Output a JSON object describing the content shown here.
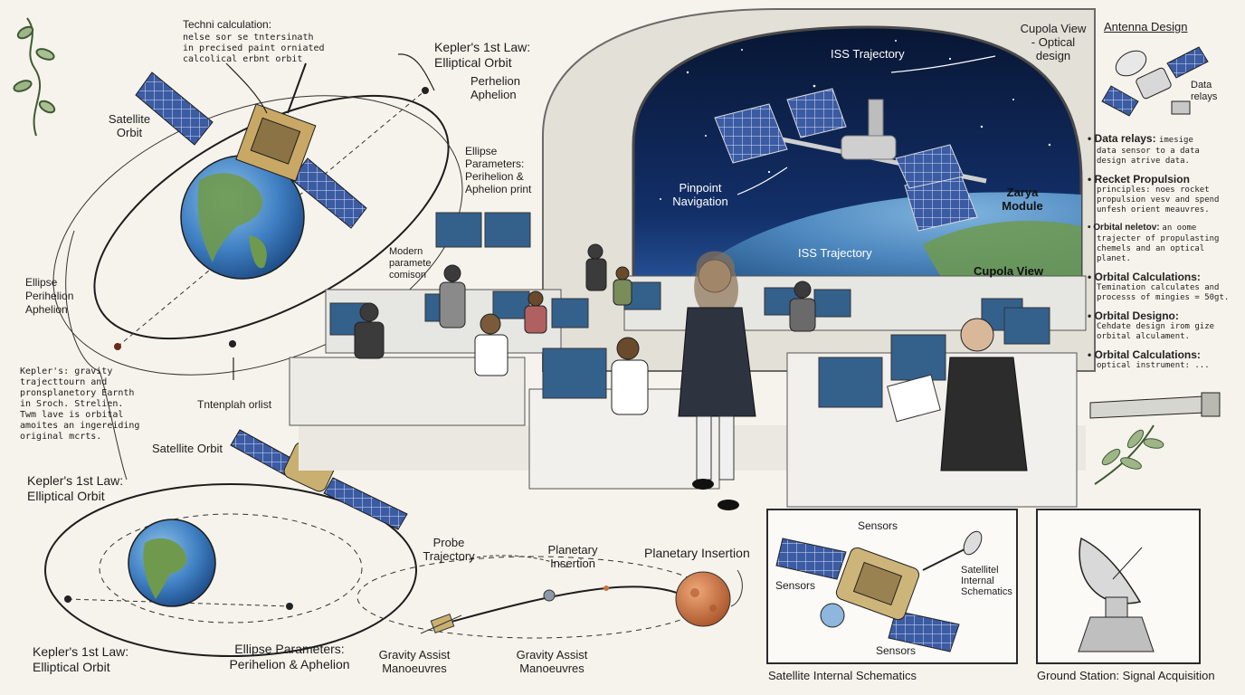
{
  "labels": {
    "techni_calc_title": "Techni calculation:",
    "techni_calc_body": "nelse sor se tntersinath\nin precised paint orniated\ncalcolical erbnt orbit",
    "satellite_orbit_top": "Satellite\nOrbit",
    "kepler_top": "Kepler's 1st Law:\nElliptical Orbit",
    "perihelion_aphelion_top": "Perhelion\nAphelion",
    "ellipse_params_top": "Ellipse\nParameters:\nPerihelion &\nAphelion print",
    "ellipse_left": "Ellipse\nPerihelion\nAphelion",
    "kepler_note": "Kepler's: gravity\ntrajecttourn and\npronsplanetory Earnth\nin Sroch. Strelien.\nTwm lave is orbital\namoites an ingereiding\noriginal mcrts.",
    "tntenplah": "Tntenplah orlist",
    "satellite_orbit_mid": "Satellite Orbit",
    "kepler_mid": "Kepler's 1st Law:\nElliptical Orbit",
    "kepler_bottom": "Kepler's 1st Law:\nElliptical Orbit",
    "ellipse_params_bottom": "Ellipse Parameters:\nPerihelion & Aphelion",
    "modern_param": "Modern\nparamete\ncomison",
    "iss_trajectory_top": "ISS Trajectory",
    "cupola_optical": "Cupola View\n- Optical\ndesign",
    "pinpoint_navigation": "Pinpoint\nNavigation",
    "iss_trajectory_mid": "ISS Trajectory",
    "zarya_module": "Zarya\nModule",
    "cupola_view": "Cupola View",
    "probe_trajectory": "Probe\nTrajectory",
    "planetary_insertion_small": "Planetary\nInsertion",
    "planetary_insertion": "Planetary Insertion",
    "gravity_assist_1": "Gravity Assist\nManoeuvres",
    "gravity_assist_2": "Gravity Assist\nManoeuvres",
    "sensors_top": "Sensors",
    "sensors_left": "Sensors",
    "sensors_bottom": "Sensors",
    "satellite_internal_small": "Satellitel\nInternal\nSchematics",
    "satellite_internal_caption": "Satellite Internal Schematics",
    "ground_station_caption": "Ground Station: Signal Acquisition",
    "antenna_design": "Antenna Design",
    "data_relays": "Data\nrelays"
  },
  "notes": [
    {
      "h": "Data relays:",
      "hb": "imesige",
      "b": "data sensor to a data\ndesign atrive data."
    },
    {
      "h": "Recket Propulsion",
      "hb": "",
      "b": "principles: noes rocket\npropulsion vesv and spend\nunfesh orient meauvres."
    },
    {
      "h": "Orbital neletov:",
      "hb": "an oome",
      "b": "trajecter of propulasting\nchemels and an optical\nplanet."
    },
    {
      "h": "Orbital Calculations:",
      "hb": "",
      "b": "Temination calculates and\nprocesss of mingies = 50gt."
    },
    {
      "h": "Orbital Designo:",
      "hb": "",
      "b": "Cehdate design irom gize\norbital alculament."
    },
    {
      "h": "Orbital Calculations:",
      "hb": "",
      "b": "optical instrument: ..."
    }
  ],
  "colors": {
    "paper": "#f6f3ec",
    "ink": "#222222",
    "space": "#0c1f45",
    "earth_ocean": "#3f7fc2",
    "earth_land": "#6f9a4e",
    "solar_panel": "#3a5aa0",
    "mars": "#c9743d",
    "console": "#e9e9e6",
    "screen": "#34608c"
  },
  "icons": [
    "satellite-icon",
    "earth-icon",
    "space-station-icon",
    "mars-icon",
    "telescope-icon",
    "dish-antenna-icon",
    "olive-branch-icon",
    "vine-icon"
  ]
}
